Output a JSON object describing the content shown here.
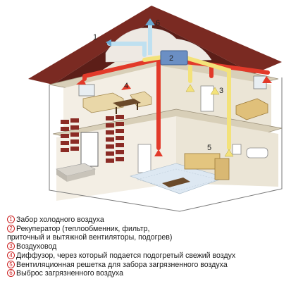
{
  "callouts": [
    "1",
    "2",
    "3",
    "4",
    "5",
    "6"
  ],
  "legend": {
    "items": [
      {
        "num": "1",
        "text": "Забор холодного воздуха"
      },
      {
        "num": "2",
        "text": "Рекуператор (теплообменник, фильтр,"
      },
      {
        "num": "",
        "text": "приточный и вытяжной вентиляторы, подогрев)"
      },
      {
        "num": "3",
        "text": "Воздуховод"
      },
      {
        "num": "4",
        "text": "Диффузор, через который подается подогретый свежий воздух"
      },
      {
        "num": "5",
        "text": "Вентиляционная решетка для забора загрязненного воздуха"
      },
      {
        "num": "6",
        "text": "Выброс загрязненного воздуха"
      }
    ]
  },
  "colors": {
    "roof": "#7a2a22",
    "wall": "#f1ece0",
    "floor": "#c9b98f",
    "warm_duct": "#e23a2a",
    "fresh_duct": "#f3e27a",
    "cold_duct": "#bfe0f0",
    "brick": "#8b2b25",
    "recuperator": "#6b8fc4"
  }
}
